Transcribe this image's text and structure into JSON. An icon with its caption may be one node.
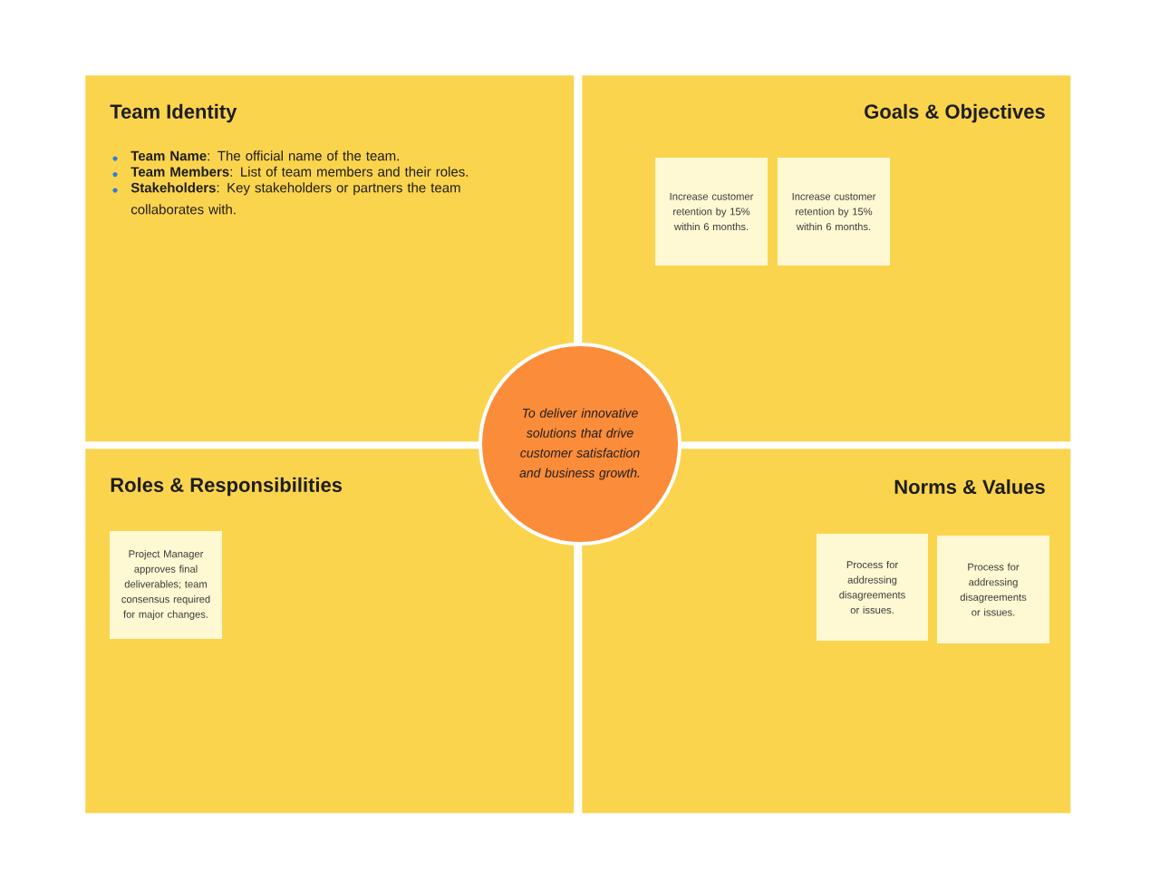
{
  "diagram": {
    "nodes": [
      {
        "text": [
          "Team Identity",
          "**Team Name**: The official name of the team.",
          "**Team Members**: List of team members and their roles.",
          "**Stakeholders**: Key stakeholders or partners the team collaborates with."
        ]
      },
      {
        "text": [
          "Goals & Objectives"
        ]
      },
      {
        "text": [
          "Increase customer retention by 15% within 6 months."
        ],
        "in": 1
      },
      {
        "text": [
          "Increase customer retention by 15% within 6 months."
        ],
        "in": 1
      },
      {
        "text": [
          "Roles & Responsibilities"
        ]
      },
      {
        "text": [
          "Project Manager approves final deliverables; team consensus required for major changes."
        ],
        "in": 4
      },
      {
        "text": [
          "Norms & Values"
        ]
      },
      {
        "text": [
          "Process for addressing disagreements or issues."
        ],
        "in": 6
      },
      {
        "text": [
          "Process for addressing disagreements or issues."
        ],
        "in": 6
      },
      {
        "text": [
          "To deliver innovative solutions that drive customer satisfaction and business growth."
        ]
      }
    ]
  }
}
